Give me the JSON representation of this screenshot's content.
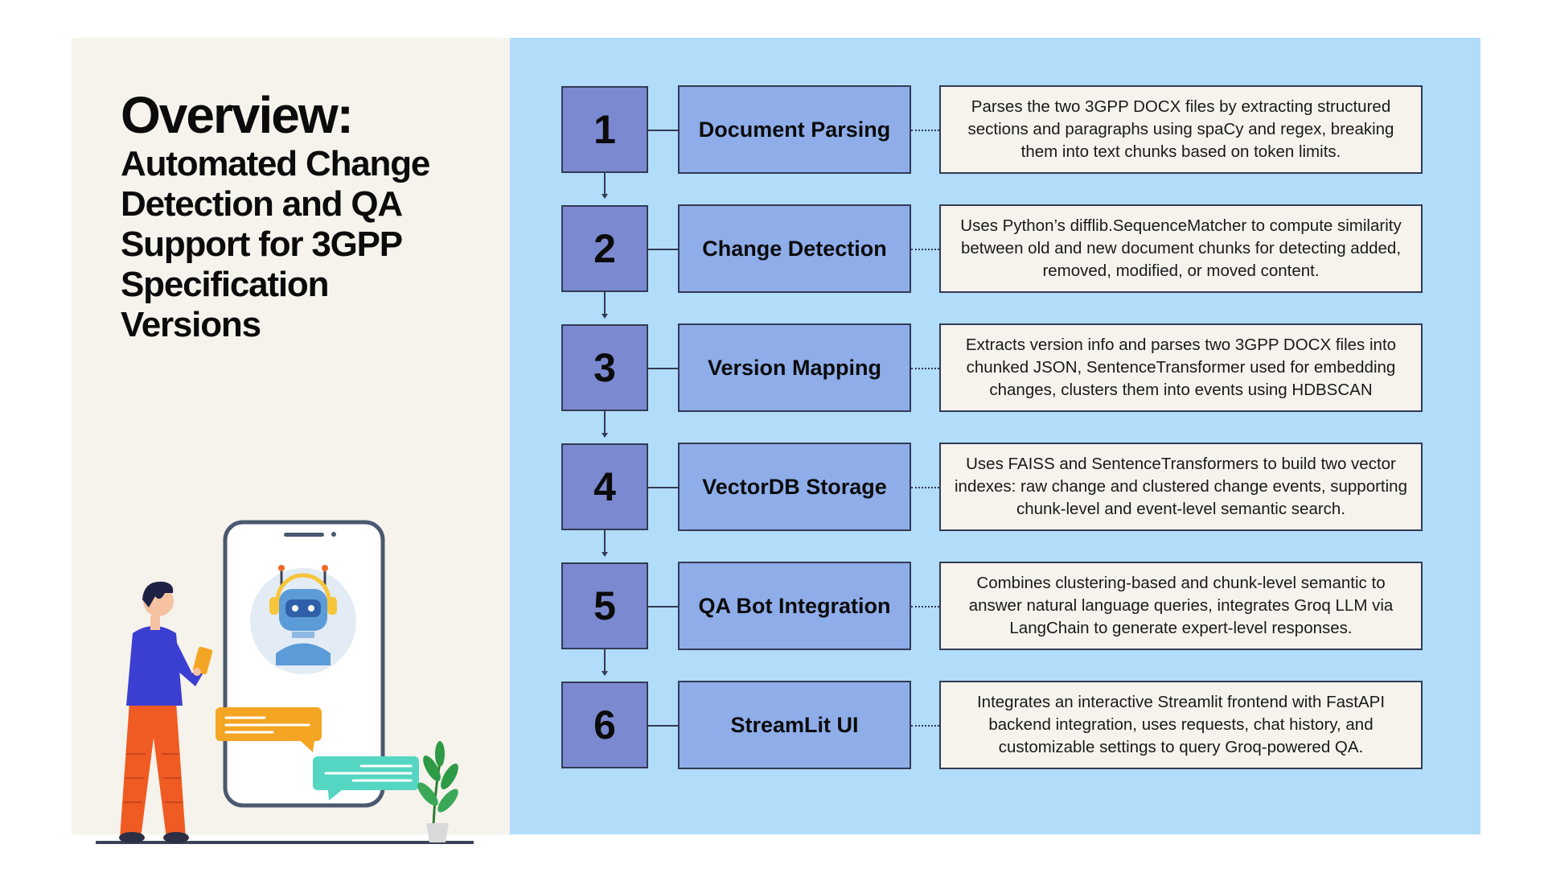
{
  "title": {
    "main": "Overview:",
    "sub_lines": [
      "Automated Change",
      "Detection and QA",
      "Support for 3GPP",
      "Specification",
      "Versions"
    ]
  },
  "colors": {
    "left_bg": "#f6f2ec",
    "right_bg": "#b1dcfa",
    "number_box": "#7b8ad0",
    "label_box": "#8eade9",
    "desc_box": "#f6f2ec",
    "border": "#333a55"
  },
  "illustration": {
    "icons": [
      "person-icon",
      "smartphone-icon",
      "robot-icon",
      "chat-bubble-icon",
      "plant-icon"
    ]
  },
  "steps": [
    {
      "number": "1",
      "label": "Document Parsing",
      "description": "Parses the two 3GPP DOCX files by extracting structured sections and paragraphs using spaCy and regex, breaking them into text chunks based on token limits."
    },
    {
      "number": "2",
      "label": "Change Detection",
      "description": "Uses Python’s difflib.SequenceMatcher to compute similarity between old and new document chunks for detecting added, removed, modified, or moved content."
    },
    {
      "number": "3",
      "label": "Version Mapping",
      "description": "Extracts version info and parses two 3GPP DOCX files into chunked JSON, SentenceTransformer used for embedding changes, clusters them into events using HDBSCAN"
    },
    {
      "number": "4",
      "label": "VectorDB Storage",
      "description": "Uses FAISS and SentenceTransformers to build two vector indexes: raw change and clustered change events, supporting chunk-level and event-level semantic search."
    },
    {
      "number": "5",
      "label": "QA Bot Integration",
      "description": "Combines clustering-based and chunk-level semantic to answer natural language queries, integrates Groq LLM via LangChain to generate expert-level responses."
    },
    {
      "number": "6",
      "label": "StreamLit UI",
      "description": "Integrates an interactive Streamlit frontend with FastAPI backend integration, uses requests, chat history, and customizable settings to query Groq-powered QA."
    }
  ]
}
